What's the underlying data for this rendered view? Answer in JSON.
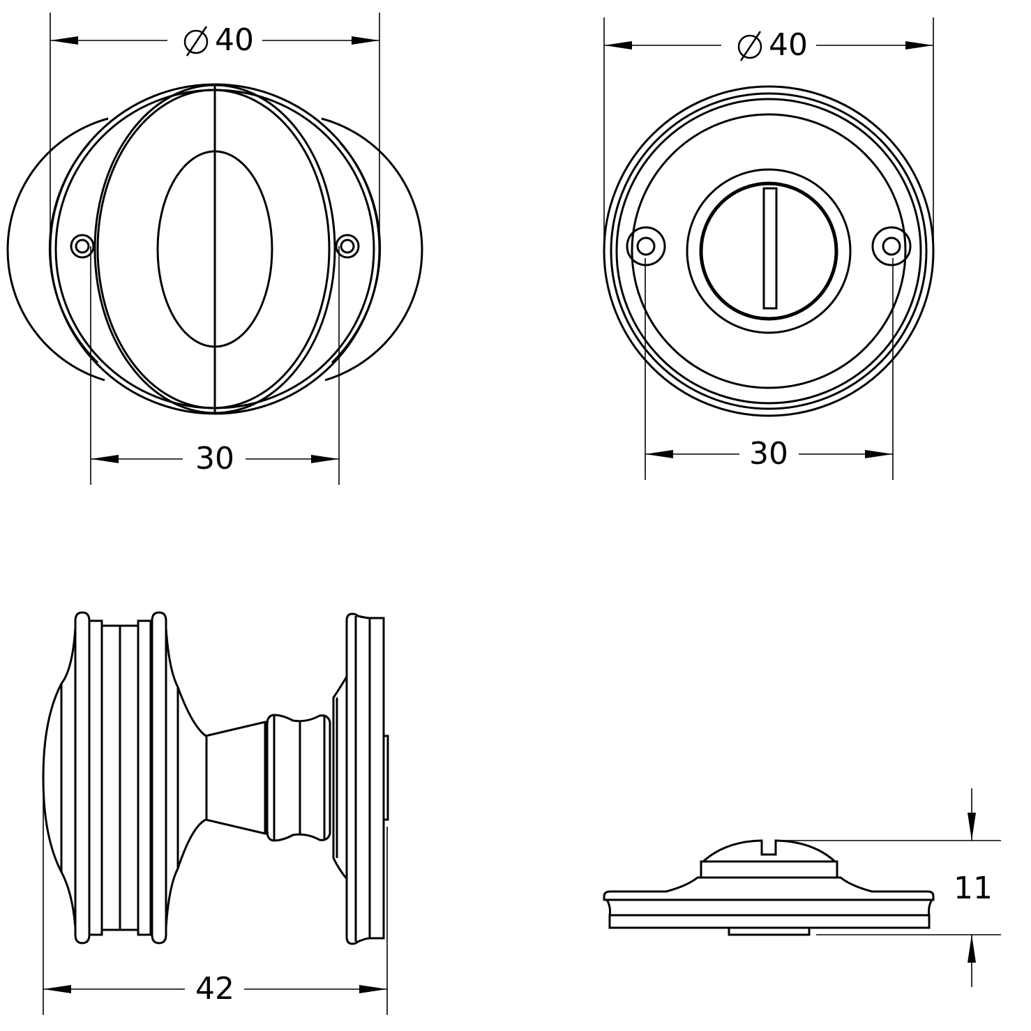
{
  "title": "Bathroom turn and release technical drawing",
  "dimensions": {
    "front_knob_diameter": "40",
    "front_knob_screw_spacing": "30",
    "front_release_diameter": "40",
    "front_release_screw_spacing": "30",
    "side_knob_projection": "42",
    "side_release_projection": "11"
  },
  "symbols": {
    "diameter": "diameter-icon"
  }
}
